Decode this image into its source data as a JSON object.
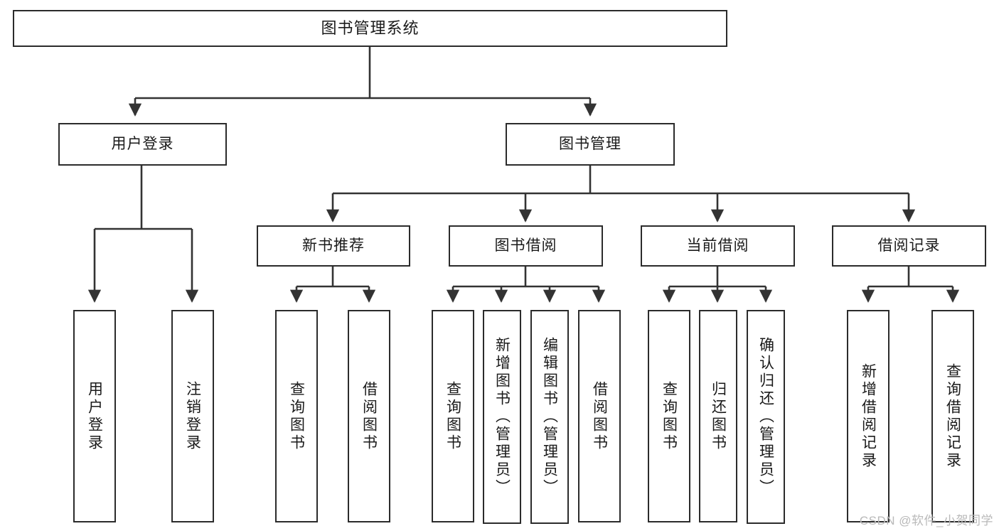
{
  "diagram": {
    "title": "图书管理系统",
    "watermark": "CSDN @软件_小贺同学",
    "colors": {
      "border": "#2b2b2b",
      "background": "#ffffff",
      "text": "#1a1a1a",
      "edge": "#333333",
      "watermark": "#b9b9b9"
    },
    "levels": {
      "root": {
        "label": "图书管理系统"
      },
      "level2": [
        {
          "label": "用户登录"
        },
        {
          "label": "图书管理"
        }
      ],
      "level3": [
        {
          "label": "新书推荐"
        },
        {
          "label": "图书借阅"
        },
        {
          "label": "当前借阅"
        },
        {
          "label": "借阅记录"
        }
      ],
      "leaves": [
        {
          "label": "用户登录",
          "parent": "用户登录"
        },
        {
          "label": "注销登录",
          "parent": "用户登录"
        },
        {
          "label": "查询图书",
          "parent": "新书推荐"
        },
        {
          "label": "借阅图书",
          "parent": "新书推荐"
        },
        {
          "label": "查询图书",
          "parent": "图书借阅"
        },
        {
          "label": "新增图书（管理员）",
          "parent": "图书借阅"
        },
        {
          "label": "编辑图书（管理员）",
          "parent": "图书借阅"
        },
        {
          "label": "借阅图书",
          "parent": "图书借阅"
        },
        {
          "label": "查询图书",
          "parent": "当前借阅"
        },
        {
          "label": "归还图书",
          "parent": "当前借阅"
        },
        {
          "label": "确认归还（管理员）",
          "parent": "当前借阅"
        },
        {
          "label": "新增借阅记录",
          "parent": "借阅记录"
        },
        {
          "label": "查询借阅记录",
          "parent": "借阅记录"
        }
      ]
    }
  },
  "chart_data": {
    "type": "tree",
    "title": "图书管理系统",
    "orientation": "top-down",
    "nodes": [
      {
        "id": "n0",
        "label": "图书管理系统",
        "level": 0,
        "parent": null
      },
      {
        "id": "n1",
        "label": "用户登录",
        "level": 1,
        "parent": "n0"
      },
      {
        "id": "n2",
        "label": "图书管理",
        "level": 1,
        "parent": "n0"
      },
      {
        "id": "n3",
        "label": "新书推荐",
        "level": 2,
        "parent": "n2"
      },
      {
        "id": "n4",
        "label": "图书借阅",
        "level": 2,
        "parent": "n2"
      },
      {
        "id": "n5",
        "label": "当前借阅",
        "level": 2,
        "parent": "n2"
      },
      {
        "id": "n6",
        "label": "借阅记录",
        "level": 2,
        "parent": "n2"
      },
      {
        "id": "n7",
        "label": "用户登录",
        "level": 2,
        "parent": "n1"
      },
      {
        "id": "n8",
        "label": "注销登录",
        "level": 2,
        "parent": "n1"
      },
      {
        "id": "n9",
        "label": "查询图书",
        "level": 3,
        "parent": "n3"
      },
      {
        "id": "n10",
        "label": "借阅图书",
        "level": 3,
        "parent": "n3"
      },
      {
        "id": "n11",
        "label": "查询图书",
        "level": 3,
        "parent": "n4"
      },
      {
        "id": "n12",
        "label": "新增图书（管理员）",
        "level": 3,
        "parent": "n4"
      },
      {
        "id": "n13",
        "label": "编辑图书（管理员）",
        "level": 3,
        "parent": "n4"
      },
      {
        "id": "n14",
        "label": "借阅图书",
        "level": 3,
        "parent": "n4"
      },
      {
        "id": "n15",
        "label": "查询图书",
        "level": 3,
        "parent": "n5"
      },
      {
        "id": "n16",
        "label": "归还图书",
        "level": 3,
        "parent": "n5"
      },
      {
        "id": "n17",
        "label": "确认归还（管理员）",
        "level": 3,
        "parent": "n5"
      },
      {
        "id": "n18",
        "label": "新增借阅记录",
        "level": 3,
        "parent": "n6"
      },
      {
        "id": "n19",
        "label": "查询借阅记录",
        "level": 3,
        "parent": "n6"
      }
    ],
    "edges": [
      [
        "n0",
        "n1"
      ],
      [
        "n0",
        "n2"
      ],
      [
        "n1",
        "n7"
      ],
      [
        "n1",
        "n8"
      ],
      [
        "n2",
        "n3"
      ],
      [
        "n2",
        "n4"
      ],
      [
        "n2",
        "n5"
      ],
      [
        "n2",
        "n6"
      ],
      [
        "n3",
        "n9"
      ],
      [
        "n3",
        "n10"
      ],
      [
        "n4",
        "n11"
      ],
      [
        "n4",
        "n12"
      ],
      [
        "n4",
        "n13"
      ],
      [
        "n4",
        "n14"
      ],
      [
        "n5",
        "n15"
      ],
      [
        "n5",
        "n16"
      ],
      [
        "n5",
        "n17"
      ],
      [
        "n6",
        "n18"
      ],
      [
        "n6",
        "n19"
      ]
    ]
  }
}
